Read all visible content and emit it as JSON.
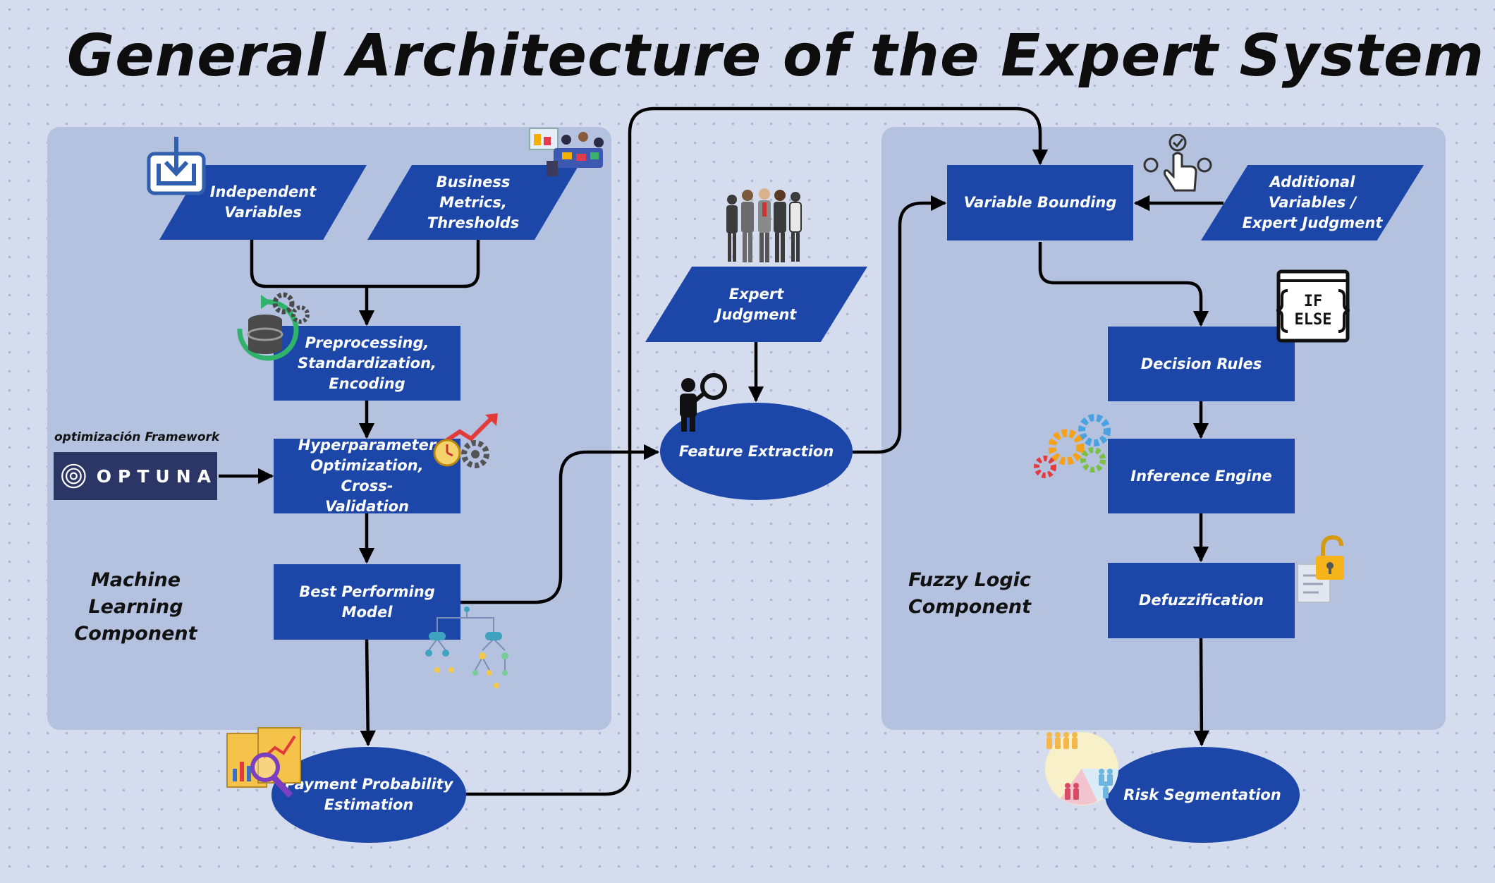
{
  "title": "General Architecture of the Expert System",
  "ml_component": {
    "label": "Machine\nLearning\nComponent"
  },
  "fuzzy_component": {
    "label": "Fuzzy Logic\nComponent"
  },
  "optuna": {
    "caption": "optimización Framework",
    "logo_text": "OPTUNA"
  },
  "nodes": {
    "independent_variables": "Independent\nVariables",
    "business_metrics": "Business Metrics,\nThresholds",
    "preprocessing": "Preprocessing,\nStandardization,\nEncoding",
    "hyperparameter": "Hyperparameter\nOptimization, Cross-\nValidation",
    "best_model": "Best Performing Model",
    "payment_probability": "Payment Probability\nEstimation",
    "expert_judgment": "Expert Judgment",
    "feature_extraction": "Feature Extraction",
    "variable_bounding": "Variable Bounding",
    "additional_variables": "Additional Variables /\nExpert Judgment",
    "decision_rules": "Decision Rules",
    "inference_engine": "Inference Engine",
    "defuzzification": "Defuzzification",
    "risk_segmentation": "Risk Segmentation"
  },
  "icons": {
    "if_else": {
      "line1": "IF",
      "line2": "ELSE"
    }
  },
  "colors": {
    "node": "#1c47a8",
    "panel": "#b4c1df",
    "background": "#d4dcee",
    "arrow": "#000000"
  }
}
